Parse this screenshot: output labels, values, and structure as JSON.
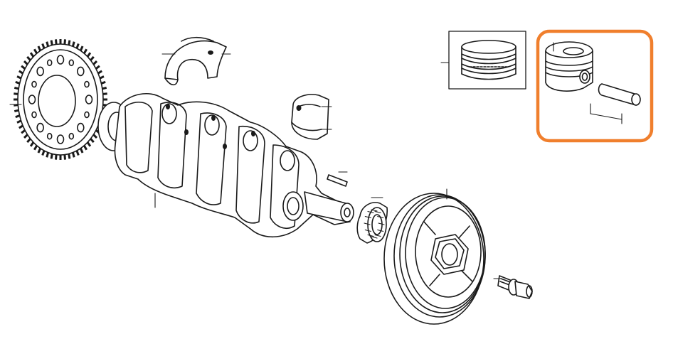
{
  "diagram": {
    "parts": [
      {
        "id": "flex-plate",
        "icon": "ring-gear-icon"
      },
      {
        "id": "main-bearing-upper",
        "icon": "half-shell-bearing-icon"
      },
      {
        "id": "connecting-rod-bearing",
        "icon": "half-shell-bearing-icon"
      },
      {
        "id": "crankshaft",
        "icon": "crankshaft-icon"
      },
      {
        "id": "woodruff-key",
        "icon": "key-icon"
      },
      {
        "id": "needle-bearing",
        "icon": "roller-bearing-icon"
      },
      {
        "id": "crankshaft-pulley",
        "icon": "pulley-icon"
      },
      {
        "id": "pulley-bolt",
        "icon": "bolt-icon"
      },
      {
        "id": "piston-ring-set",
        "icon": "piston-rings-icon"
      },
      {
        "id": "piston",
        "icon": "piston-icon"
      },
      {
        "id": "piston-pin",
        "icon": "pin-icon"
      }
    ],
    "highlight": {
      "part": "piston",
      "color": "#F07F2D"
    },
    "line_color": "#1a1a1a",
    "background": "#ffffff"
  }
}
